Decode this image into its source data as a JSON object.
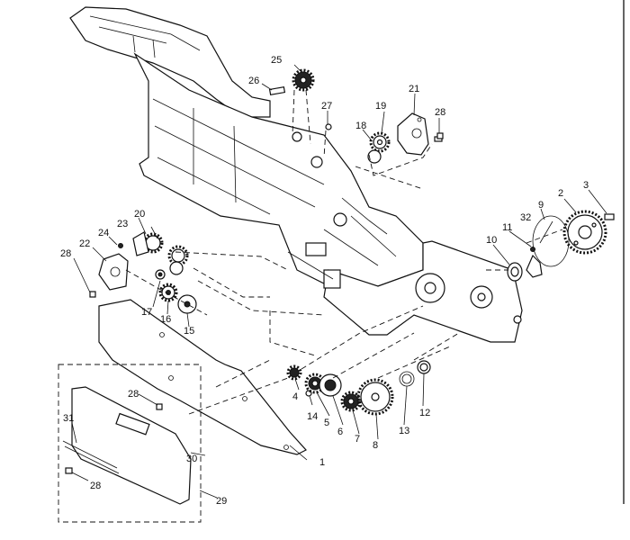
{
  "diagram": {
    "callouts": [
      {
        "id": "c1",
        "text": "1"
      },
      {
        "id": "c2",
        "text": "2"
      },
      {
        "id": "c3",
        "text": "3"
      },
      {
        "id": "c4",
        "text": "4"
      },
      {
        "id": "c5",
        "text": "5"
      },
      {
        "id": "c6",
        "text": "6"
      },
      {
        "id": "c7",
        "text": "7"
      },
      {
        "id": "c8",
        "text": "8"
      },
      {
        "id": "c9",
        "text": "9"
      },
      {
        "id": "c10",
        "text": "10"
      },
      {
        "id": "c11",
        "text": "11"
      },
      {
        "id": "c12",
        "text": "12"
      },
      {
        "id": "c13",
        "text": "13"
      },
      {
        "id": "c14",
        "text": "14"
      },
      {
        "id": "c15",
        "text": "15"
      },
      {
        "id": "c16",
        "text": "16"
      },
      {
        "id": "c17",
        "text": "17"
      },
      {
        "id": "c18",
        "text": "18"
      },
      {
        "id": "c19",
        "text": "19"
      },
      {
        "id": "c20",
        "text": "20"
      },
      {
        "id": "c21",
        "text": "21"
      },
      {
        "id": "c22",
        "text": "22"
      },
      {
        "id": "c23",
        "text": "23"
      },
      {
        "id": "c24",
        "text": "24"
      },
      {
        "id": "c25",
        "text": "25"
      },
      {
        "id": "c26",
        "text": "26"
      },
      {
        "id": "c27",
        "text": "27"
      },
      {
        "id": "c28a",
        "text": "28"
      },
      {
        "id": "c28b",
        "text": "28"
      },
      {
        "id": "c28c",
        "text": "28"
      },
      {
        "id": "c28d",
        "text": "28"
      },
      {
        "id": "c29",
        "text": "29"
      },
      {
        "id": "c30",
        "text": "30"
      },
      {
        "id": "c31",
        "text": "31"
      },
      {
        "id": "c32",
        "text": "32"
      }
    ]
  }
}
